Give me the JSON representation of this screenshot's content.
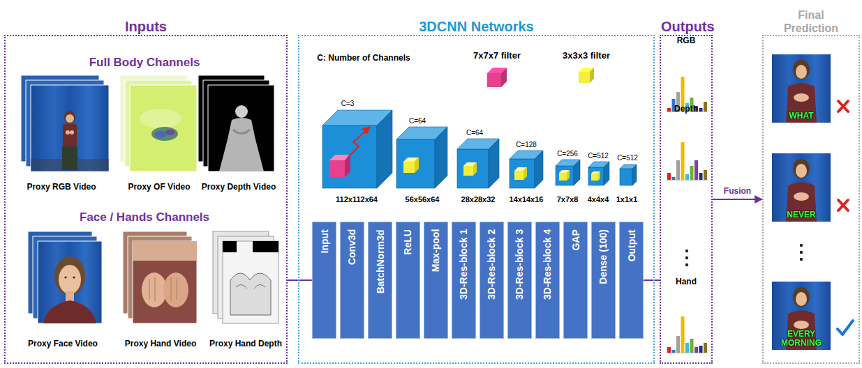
{
  "diagram": {
    "nodes": [
      {
        "text": [
          "Inputs"
        ]
      },
      {
        "text": [
          "Proxy RGB Video"
        ],
        "in": 0
      },
      {
        "text": [
          "Proxy OF Video"
        ],
        "in": 0
      },
      {
        "text": [
          "Proxy Depth Video"
        ],
        "in": 0
      },
      {
        "text": [
          "Proxy Face Video"
        ],
        "in": 0
      },
      {
        "text": [
          "Proxy Hand Video"
        ],
        "in": 0
      },
      {
        "text": [
          "Proxy Hand Depth"
        ],
        "in": 0
      },
      {
        "text": [
          "3DCNN Networks"
        ]
      },
      {
        "text": [
          "Input"
        ],
        "in": 7
      },
      {
        "text": [
          "Conv3d"
        ],
        "in": 7
      },
      {
        "text": [
          "BatchNorm3d"
        ],
        "in": 7
      },
      {
        "text": [
          "ReLU"
        ],
        "in": 7
      },
      {
        "text": [
          "Max-pool"
        ],
        "in": 7
      },
      {
        "text": [
          "3D-Res-block 1"
        ],
        "in": 7
      },
      {
        "text": [
          "3D-Res-block 2"
        ],
        "in": 7
      },
      {
        "text": [
          "3D-Res-block 3"
        ],
        "in": 7
      },
      {
        "text": [
          "3D-Res-block 4"
        ],
        "in": 7
      },
      {
        "text": [
          "GAP"
        ],
        "in": 7
      },
      {
        "text": [
          "Dense (100)"
        ],
        "in": 7
      },
      {
        "text": [
          "Output"
        ],
        "in": 7
      },
      {
        "text": [
          "Outputs"
        ]
      },
      {
        "text": [
          "RGB"
        ],
        "in": 20
      },
      {
        "text": [
          "Depth"
        ],
        "in": 20
      },
      {
        "text": [
          "Hand"
        ],
        "in": 20
      },
      {
        "text": [
          "Final Prediction"
        ]
      },
      {
        "text": [
          "WHAT"
        ],
        "in": 24
      },
      {
        "text": [
          "NEVER"
        ],
        "in": 24
      },
      {
        "text": [
          "EVERY MORNING"
        ],
        "in": 24
      }
    ],
    "edges": [
      {
        "from": 0,
        "to": 8,
        "arrow": "none"
      },
      {
        "from": 19,
        "to": 20,
        "arrow": "none"
      },
      {
        "from": 20,
        "to": 24,
        "arrow": "to",
        "label": "Fusion"
      }
    ],
    "labels": [
      "Full Body Channels",
      "Face / Hands Channels",
      "C: Number of Channels",
      "C=3",
      "C=64",
      "C=64",
      "C=128",
      "C=256",
      "C=512",
      "C=512",
      "112x112x64",
      "56x56x64",
      "28x28x32",
      "14x14x16",
      "7x7x8",
      "4x4x4",
      "1x1x1"
    ],
    "legend": [
      {
        "text": "7x7x7 filter",
        "color": "#e6408f"
      },
      {
        "text": "3x3x3 filter",
        "color": "#f5ee3a"
      }
    ]
  }
}
